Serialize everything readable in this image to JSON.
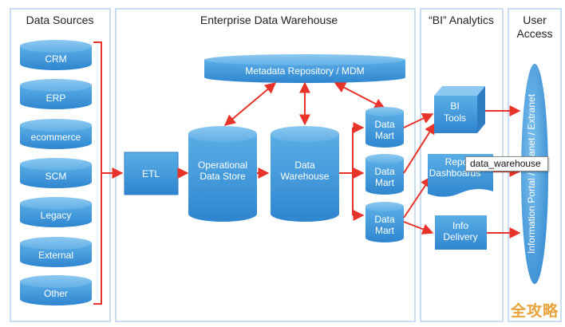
{
  "panels": {
    "sources": "Data Sources",
    "warehouse": "Enterprise Data Warehouse",
    "bi": "“BI” Analytics",
    "user_line1": "User",
    "user_line2": "Access"
  },
  "sources": [
    "CRM",
    "ERP",
    "ecommerce",
    "SCM",
    "Legacy",
    "External",
    "Other"
  ],
  "etl": "ETL",
  "metadata": "Metadata Repository / MDM",
  "ods": [
    "Operational",
    "Data Store"
  ],
  "dw": [
    "Data",
    "Warehouse"
  ],
  "marts": [
    [
      "Data",
      "Mart"
    ],
    [
      "Data",
      "Mart"
    ],
    [
      "Data",
      "Mart"
    ]
  ],
  "bi_tools": [
    "BI",
    "Tools"
  ],
  "reports": [
    "Repor",
    "Dashboards"
  ],
  "info_delivery": [
    "Info",
    "Delivery"
  ],
  "portal": "Information Portal / Intranet / Extranet",
  "tooltip": "data_warehouse",
  "watermark": "全攻略",
  "colors": {
    "shape_fill": "#4a9fdc",
    "shape_dark": "#2f7ec4",
    "arrow": "#e8332a",
    "panel_border": "#b9d3ec"
  }
}
